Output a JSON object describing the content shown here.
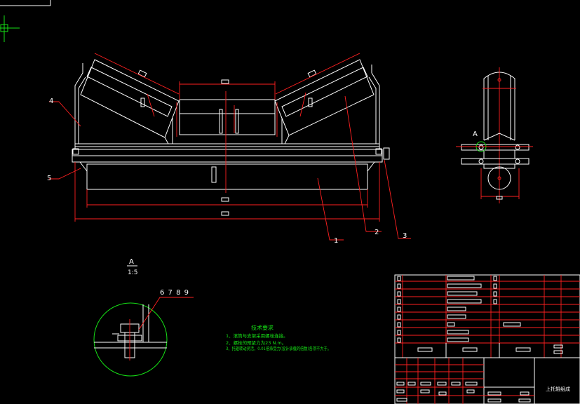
{
  "drawing": {
    "part_labels": [
      "1",
      "2",
      "3",
      "4",
      "5"
    ],
    "view_label": {
      "letter": "A",
      "scale": "1:5"
    },
    "side_view_label": "A",
    "detail_callout": "6 7 8 9",
    "tech_notes": {
      "title": "技术要求",
      "lines": [
        "1、滚筒与支架采用螺栓连接。",
        "2、螺栓的预紧力为23 N.m。",
        "3、托辊转动灵活，0.01倍承受力(设计承载的倍数)各项不大于。"
      ]
    },
    "title_block": {
      "name": "上托辊组成"
    }
  },
  "colors": {
    "background": "#000000",
    "outline": "#ffffff",
    "dimension": "#ff2020",
    "detail_circle": "#16e016",
    "table_grid": "#ff2020",
    "table_index": "#16e0e0"
  }
}
